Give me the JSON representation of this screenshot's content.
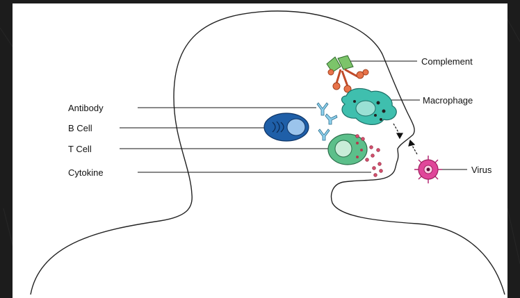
{
  "labels": {
    "complement": "Complement",
    "macrophage": "Macrophage",
    "antibody": "Antibody",
    "b_cell": "B Cell",
    "t_cell": "T Cell",
    "cytokine": "Cytokine",
    "virus": "Virus"
  },
  "colors": {
    "background": "#1c1c1c",
    "panel": "#ffffff",
    "complement_green": "#7cc46a",
    "complement_orange": "#e8734a",
    "macrophage": "#3fbfae",
    "b_cell": "#1f5fa8",
    "t_cell": "#5cbf8a",
    "virus": "#e0469a",
    "cytokine": "#d2506e",
    "antibody": "#8fd2ee"
  }
}
